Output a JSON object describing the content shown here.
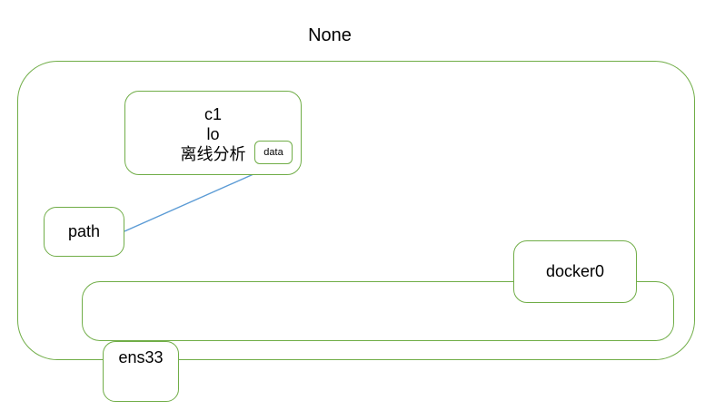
{
  "diagram": {
    "title": "None",
    "colors": {
      "node_border": "#70AD47",
      "arrow": "#5B9BD5",
      "text": "#000000",
      "background": "#FFFFFF"
    },
    "nodes": {
      "c1": {
        "lines": [
          "c1",
          "lo",
          "离线分析"
        ]
      },
      "data": {
        "label": "data"
      },
      "path": {
        "label": "path"
      },
      "docker0": {
        "label": "docker0"
      },
      "ens33": {
        "label": "ens33"
      }
    },
    "edges": [
      {
        "from": "path",
        "to": "data",
        "style": "arrow"
      }
    ]
  }
}
